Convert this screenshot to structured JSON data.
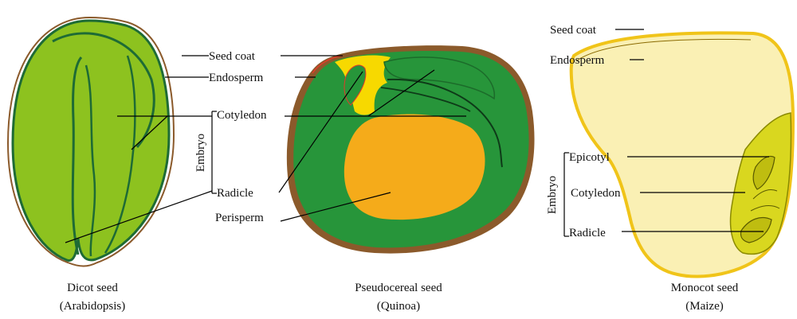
{
  "labels": {
    "seed_coat": "Seed coat",
    "endosperm": "Endosperm",
    "cotyledon": "Cotyledon",
    "radicle": "Radicle",
    "perisperm": "Perisperm",
    "embryo": "Embryo",
    "epicotyl": "Epicotyl"
  },
  "dicot": {
    "caption_line1": "Dicot seed",
    "caption_line2": "(Arabidopsis)"
  },
  "pseudocereal": {
    "caption_line1": "Pseudocereal seed",
    "caption_line2": "(Quinoa)"
  },
  "monocot": {
    "caption_line1": "Monocot seed",
    "caption_line2": "(Maize)"
  },
  "colors": {
    "dicot_embryo": "#8dc21f",
    "dicot_outline": "#1e6b35",
    "seed_coat_brown": "#8b5a2b",
    "quinoa_embryo": "#27953a",
    "perisperm": "#f5ab1a",
    "quinoa_endosperm": "#f7d900",
    "monocot_endosperm": "#faf0b4",
    "monocot_coat": "#f0c419",
    "monocot_embryo": "#d9d71f"
  }
}
